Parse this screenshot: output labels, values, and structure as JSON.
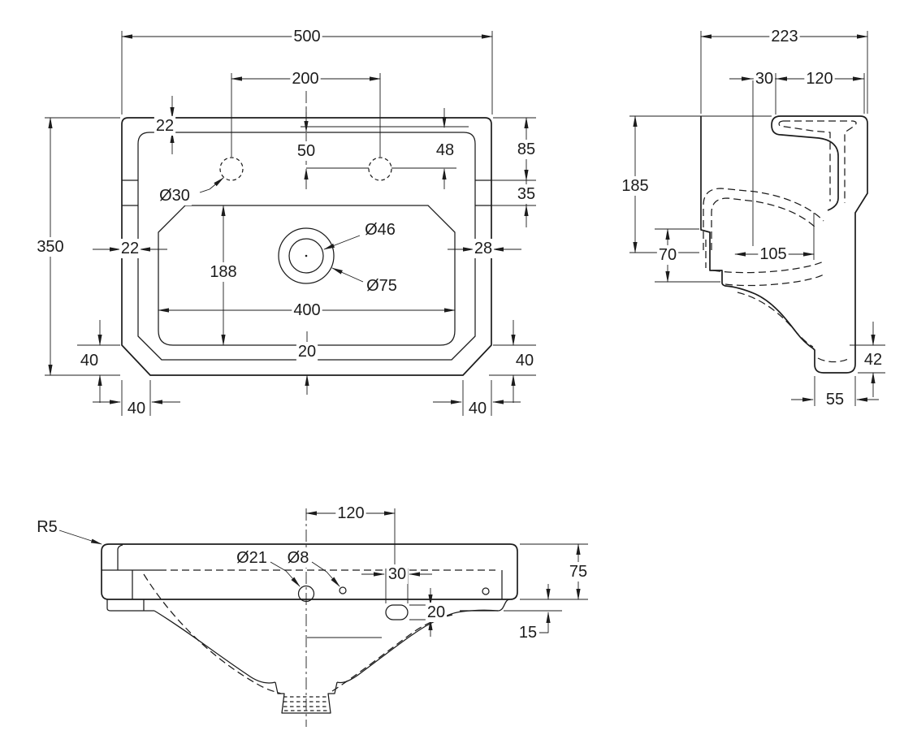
{
  "plan": {
    "dims": {
      "overall_width": "500",
      "tap_centres": "200",
      "back_rim": "22",
      "tap_offset_left": "50",
      "tap_offset_right": "48",
      "back_to_step": "85",
      "step_height": "35",
      "overall_depth": "350",
      "rim_left": "22",
      "rim_right": "28",
      "bowl_depth": "188",
      "bowl_width": "400",
      "rim_front": "20",
      "corner_v_left": "40",
      "corner_h_left": "40",
      "corner_v_right": "40",
      "corner_h_right": "40"
    },
    "labels": {
      "tap_hole_dia": "Ø30",
      "waste_dia": "Ø46",
      "waste_recess_dia": "Ø75"
    }
  },
  "side": {
    "dims": {
      "overall_depth": "223",
      "tap_setback": "30",
      "tap_to_front": "120",
      "overall_height": "185",
      "fixing_zone": "70",
      "bowl_inner_depth": "105",
      "apron_height": "42",
      "foot_depth": "55"
    }
  },
  "front": {
    "dims": {
      "centre_to_slot": "120",
      "slot_width": "30",
      "slot_height": "20",
      "apron_height": "75",
      "lip_height": "15"
    },
    "labels": {
      "overflow_dia": "Ø21",
      "fixing_hole_dia": "Ø8",
      "corner_radius": "R5"
    }
  }
}
